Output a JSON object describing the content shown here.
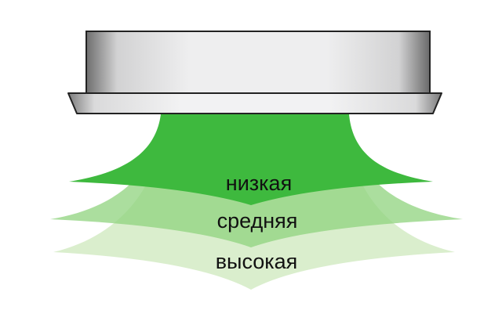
{
  "labels": {
    "low": "низкая",
    "medium": "средняя",
    "high": "высокая"
  },
  "colors": {
    "low_flow": "#3fba3f",
    "medium_flow": "#7fcc6f",
    "high_flow": "#c9e7b8",
    "unit_light": "#e9e9ea",
    "unit_dark": "#6b6b6b",
    "outline": "#222222"
  }
}
